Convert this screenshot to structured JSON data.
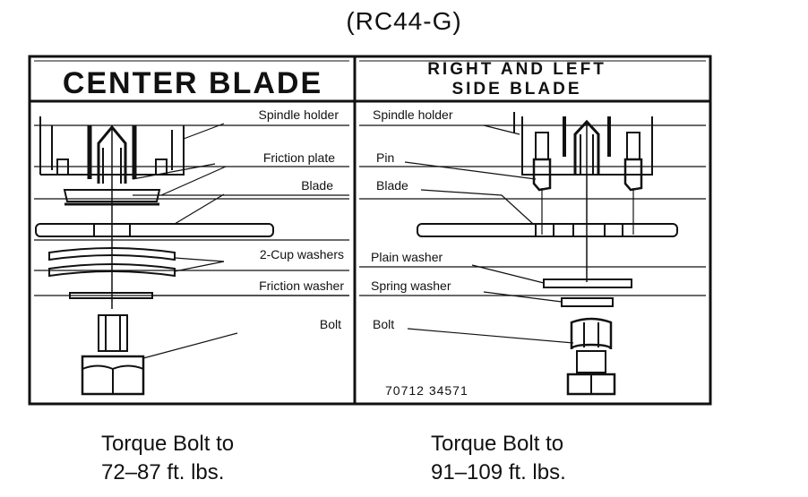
{
  "model_code": "(RC44-G)",
  "center": {
    "header": "CENTER BLADE",
    "labels": {
      "spindle_holder": "Spindle holder",
      "friction_plate": "Friction plate",
      "blade": "Blade",
      "cup_washers": "2-Cup washers",
      "friction_washer": "Friction washer",
      "bolt": "Bolt"
    },
    "torque_line1": "Torque Bolt to",
    "torque_line2": "72–87 ft. lbs."
  },
  "side": {
    "header_line1": "RIGHT AND LEFT",
    "header_line2": "SIDE BLADE",
    "labels": {
      "spindle_holder": "Spindle holder",
      "pin": "Pin",
      "blade": "Blade",
      "plain_washer": "Plain washer",
      "spring_washer": "Spring washer",
      "bolt": "Bolt"
    },
    "part_number": "70712 34571",
    "torque_line1": "Torque Bolt to",
    "torque_line2": "91–109 ft. lbs."
  }
}
